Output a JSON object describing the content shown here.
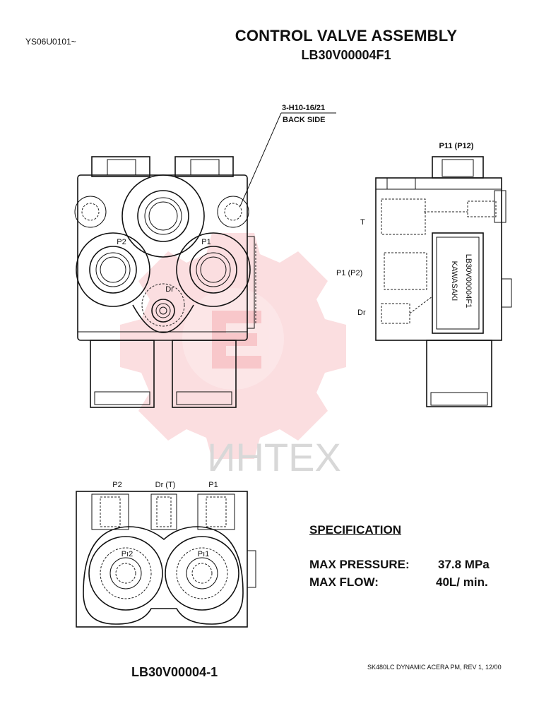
{
  "header": {
    "doc_code": "YS06U0101~",
    "title": "CONTROL VALVE ASSEMBLY",
    "subtitle": "LB30V00004F1"
  },
  "labels": {
    "back_side_ref": "3-H10-16/21",
    "back_side": "BACK SIDE",
    "front_p2": "P2",
    "front_p1": "P1",
    "front_dr": "Dr",
    "side_p11": "P11 (P12)",
    "side_t": "T",
    "side_p1p2": "P1 (P2)",
    "side_dr": "Dr",
    "nameplate_maker": "KAWASAKI",
    "nameplate_model": "LB30V00004F1",
    "bottom_p2": "P2",
    "bottom_drt": "Dr (T)",
    "bottom_p1": "P1",
    "bottom_pi2": "Pı2",
    "bottom_pi1": "Pı1"
  },
  "spec": {
    "heading": "SPECIFICATION",
    "pressure_label": "MAX PRESSURE:",
    "pressure_value": "37.8 MPa",
    "flow_label": "MAX FLOW:",
    "flow_value": "40L/ min."
  },
  "footer": {
    "part_number": "LB30V00004-1",
    "note": "SK480LC DYNAMIC ACERA PM, REV 1, 12/00"
  },
  "watermark": {
    "text": "ИНТЕХ",
    "color": "#e8323c"
  }
}
